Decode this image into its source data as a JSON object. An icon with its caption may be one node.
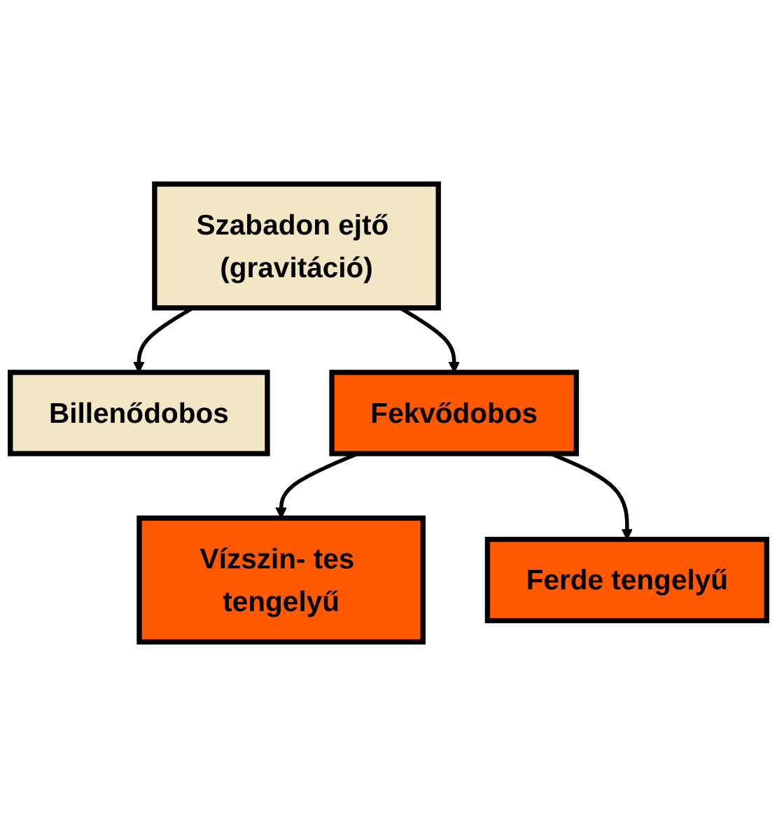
{
  "diagram": {
    "nodes": [
      {
        "text": [
          "Szabadon ejtő (gravitáció)"
        ]
      },
      {
        "text": [
          "Billenődobos"
        ]
      },
      {
        "text": [
          "Fekvődobos"
        ]
      },
      {
        "text": [
          "Vízszin- tes tengelyű"
        ]
      },
      {
        "text": [
          "Ferde tengelyű"
        ]
      }
    ],
    "edges": [
      {
        "from": 0,
        "to": 1,
        "arrow": "to"
      },
      {
        "from": 0,
        "to": 2,
        "arrow": "to"
      },
      {
        "from": 2,
        "to": 3,
        "arrow": "to"
      },
      {
        "from": 2,
        "to": 4,
        "arrow": "to"
      }
    ]
  }
}
